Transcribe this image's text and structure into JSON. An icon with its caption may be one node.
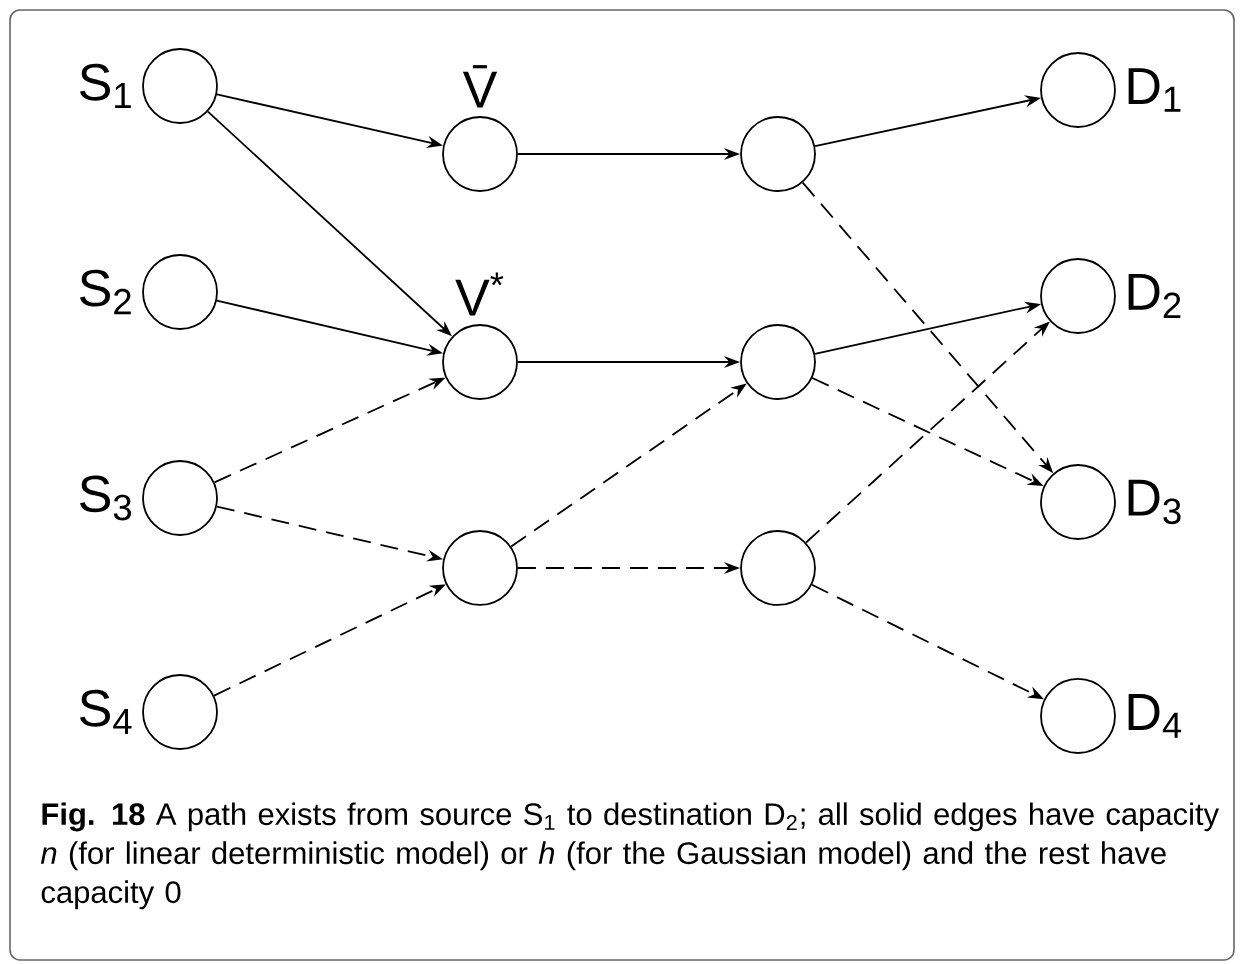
{
  "diagram": {
    "caption": "**Fig. 18** A path exists from source S$_{1}$ to destination D$_{2}$; all solid edges have capacity *n* (for linear deterministic model) or *h* (for the Gaussian model) and the rest have capacity 0",
    "nodes": [
      {
        "text": [],
        "shape": "circle",
        "beside": [
          "S$_{1}$"
        ]
      },
      {
        "text": [],
        "shape": "circle",
        "beside": [
          "S$_{2}$"
        ]
      },
      {
        "text": [],
        "shape": "circle",
        "beside": [
          "S$_{3}$"
        ]
      },
      {
        "text": [],
        "shape": "circle",
        "beside": [
          "S$_{4}$"
        ]
      },
      {
        "text": [],
        "shape": "circle",
        "beside": [
          "V̄"
        ]
      },
      {
        "text": [],
        "shape": "circle",
        "beside": [
          "V$^{*}$"
        ]
      },
      {
        "text": [],
        "shape": "circle"
      },
      {
        "text": [],
        "shape": "circle"
      },
      {
        "text": [],
        "shape": "circle"
      },
      {
        "text": [],
        "shape": "circle"
      },
      {
        "text": [],
        "shape": "circle",
        "beside": [
          "D$_{1}$"
        ]
      },
      {
        "text": [],
        "shape": "circle",
        "beside": [
          "D$_{2}$"
        ]
      },
      {
        "text": [],
        "shape": "circle",
        "beside": [
          "D$_{3}$"
        ]
      },
      {
        "text": [],
        "shape": "circle",
        "beside": [
          "D$_{4}$"
        ]
      }
    ],
    "edges": [
      {
        "from": 0,
        "to": 4,
        "arrow": "to"
      },
      {
        "from": 0,
        "to": 5,
        "arrow": "to"
      },
      {
        "from": 1,
        "to": 5,
        "arrow": "to"
      },
      {
        "from": 2,
        "to": 5,
        "arrow": "to",
        "style": "dashed"
      },
      {
        "from": 2,
        "to": 6,
        "arrow": "to",
        "style": "dashed"
      },
      {
        "from": 3,
        "to": 6,
        "arrow": "to",
        "style": "dashed"
      },
      {
        "from": 4,
        "to": 7,
        "arrow": "to"
      },
      {
        "from": 5,
        "to": 8,
        "arrow": "to"
      },
      {
        "from": 6,
        "to": 8,
        "arrow": "to",
        "style": "dashed"
      },
      {
        "from": 6,
        "to": 9,
        "arrow": "to",
        "style": "dashed"
      },
      {
        "from": 7,
        "to": 10,
        "arrow": "to"
      },
      {
        "from": 7,
        "to": 12,
        "arrow": "to",
        "style": "dashed"
      },
      {
        "from": 8,
        "to": 11,
        "arrow": "to"
      },
      {
        "from": 8,
        "to": 12,
        "arrow": "to",
        "style": "dashed"
      },
      {
        "from": 9,
        "to": 11,
        "arrow": "to",
        "style": "dashed"
      },
      {
        "from": 9,
        "to": 13,
        "arrow": "to",
        "style": "dashed"
      }
    ]
  }
}
